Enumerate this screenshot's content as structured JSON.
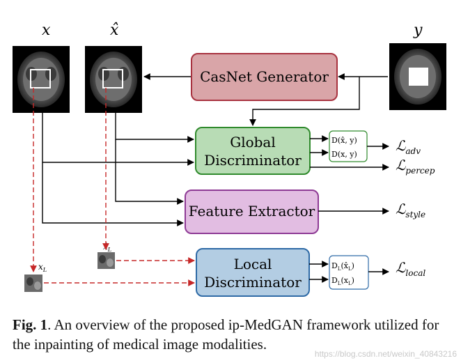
{
  "labels": {
    "x": "x",
    "x_hat": "x̂",
    "y": "y",
    "x_local": "x",
    "x_local_sub": "L",
    "x_hat_local": "x̂",
    "x_hat_local_sub": "L"
  },
  "blocks": {
    "generator": "CasNet Generator",
    "global_line1": "Global",
    "global_line2": "Discriminator",
    "feature": "Feature Extractor",
    "local_line1": "Local",
    "local_line2": "Discriminator"
  },
  "outputs": {
    "d_fake": "D(x̂, y)",
    "d_real": "D(x, y)",
    "dl_fake": "D",
    "dl_fake_sub": "L",
    "dl_fake_arg": "(x̂",
    "dl_fake_arg_sub": "L",
    "dl_real": "D",
    "dl_real_sub": "L",
    "dl_real_arg": "(x",
    "dl_real_arg_sub": "L"
  },
  "losses": {
    "adv": "adv",
    "percep": "percep",
    "style": "style",
    "local": "local",
    "symbol": "ℒ"
  },
  "caption": {
    "fig": "Fig. 1",
    "text": ". An overview of the proposed ip-MedGAN framework utilized for the inpainting of medical image modalities."
  },
  "watermark": "https://blog.csdn.net/weixin_40843216",
  "colors": {
    "generator_fill": "#d9a5a8",
    "generator_stroke": "#a8323f",
    "global_fill": "#b8dcb5",
    "global_stroke": "#2f8a2c",
    "feature_fill": "#e2bde2",
    "feature_stroke": "#8e3a95",
    "local_fill": "#b3cde3",
    "local_stroke": "#2e6aa6",
    "red_dash": "#c62828"
  }
}
